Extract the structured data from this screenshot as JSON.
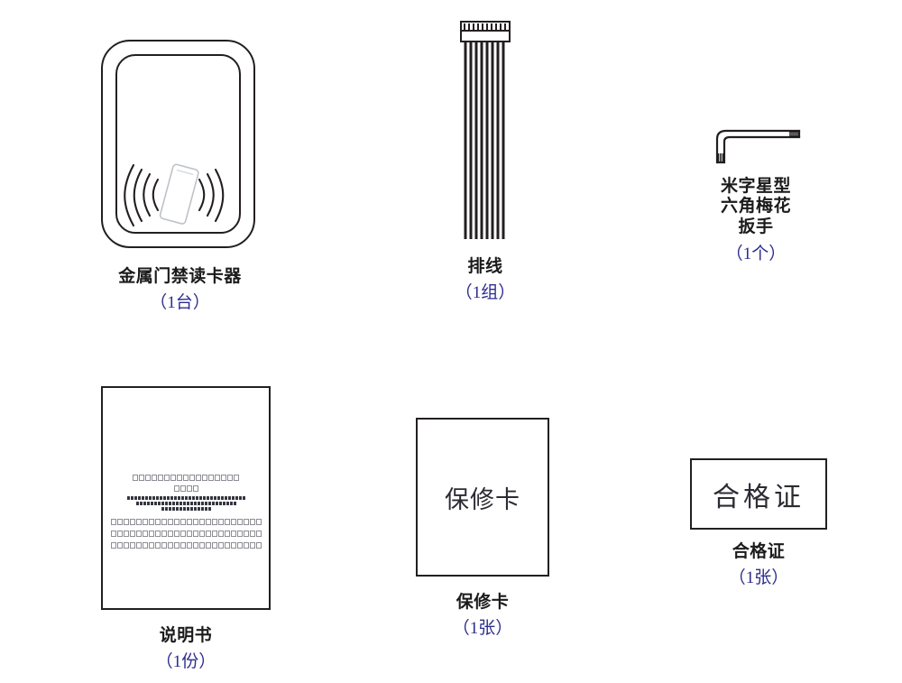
{
  "sheet": {
    "background_color": "#ffffff",
    "line_color": "#231f20",
    "caption_color": "#1b1b1b",
    "quantity_color": "#2d2d8e"
  },
  "items": [
    {
      "id": "card-reader",
      "icon": "metal-access-card-reader-icon",
      "title": "金属门禁读卡器",
      "quantity": "（1台）"
    },
    {
      "id": "ribbon-cable",
      "icon": "ribbon-cable-icon",
      "title": "排线",
      "quantity": "（1组）"
    },
    {
      "id": "torx-wrench",
      "icon": "torx-hex-wrench-icon",
      "title_line1": "米字星型",
      "title_line2": "六角梅花",
      "title_line3": "扳手",
      "quantity": "（1个）"
    },
    {
      "id": "manual",
      "icon": "instruction-manual-icon",
      "title": "说明书",
      "quantity": "（1份）"
    },
    {
      "id": "warranty-card",
      "icon": "warranty-card-icon",
      "card_text": "保修卡",
      "title": "保修卡",
      "quantity": "（1张）"
    },
    {
      "id": "certificate",
      "icon": "certificate-icon",
      "card_text": "合格证",
      "title": "合格证",
      "quantity": "（1张）"
    }
  ]
}
